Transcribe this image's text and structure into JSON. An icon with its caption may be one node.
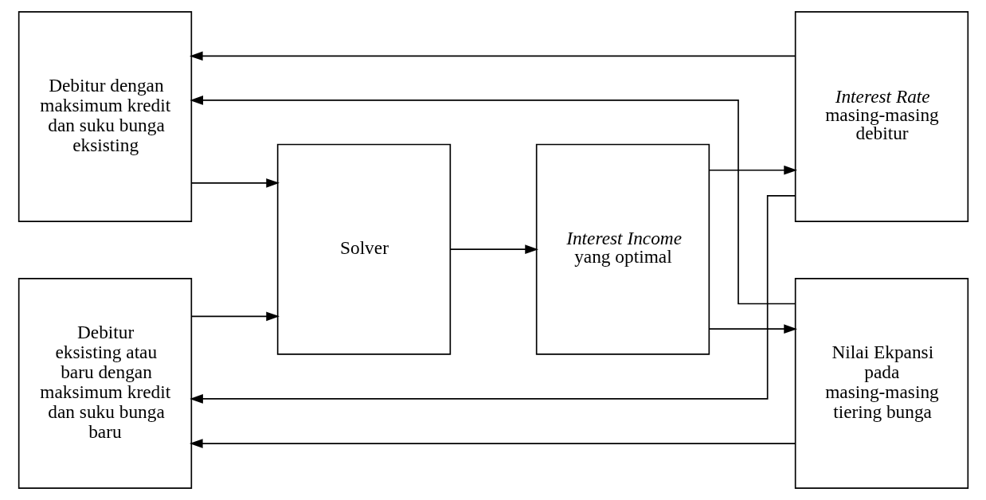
{
  "diagram": {
    "nodes": [
      {
        "text": [
          "Debitur dengan maksimum kredit dan suku bunga eksisting"
        ]
      },
      {
        "text": [
          "Debitur eksisting atau baru dengan maksimum kredit dan suku bunga baru"
        ]
      },
      {
        "text": [
          "Solver"
        ]
      },
      {
        "text": [
          "*Interest Income* yang optimal"
        ]
      },
      {
        "text": [
          "*Interest Rate* masing-masing debitur"
        ]
      },
      {
        "text": [
          "Nilai Ekpansi pada masing-masing tiering bunga"
        ]
      }
    ],
    "edges": [
      {
        "from": 0,
        "to": 2,
        "arrow": "to"
      },
      {
        "from": 1,
        "to": 2,
        "arrow": "to"
      },
      {
        "from": 2,
        "to": 3,
        "arrow": "to"
      },
      {
        "from": 3,
        "to": 4,
        "arrow": "to"
      },
      {
        "from": 3,
        "to": 5,
        "arrow": "to"
      },
      {
        "from": 4,
        "to": 0,
        "arrow": "to"
      },
      {
        "from": 4,
        "to": 1,
        "arrow": "to"
      },
      {
        "from": 5,
        "to": 0,
        "arrow": "to"
      },
      {
        "from": 5,
        "to": 1,
        "arrow": "to"
      }
    ]
  }
}
